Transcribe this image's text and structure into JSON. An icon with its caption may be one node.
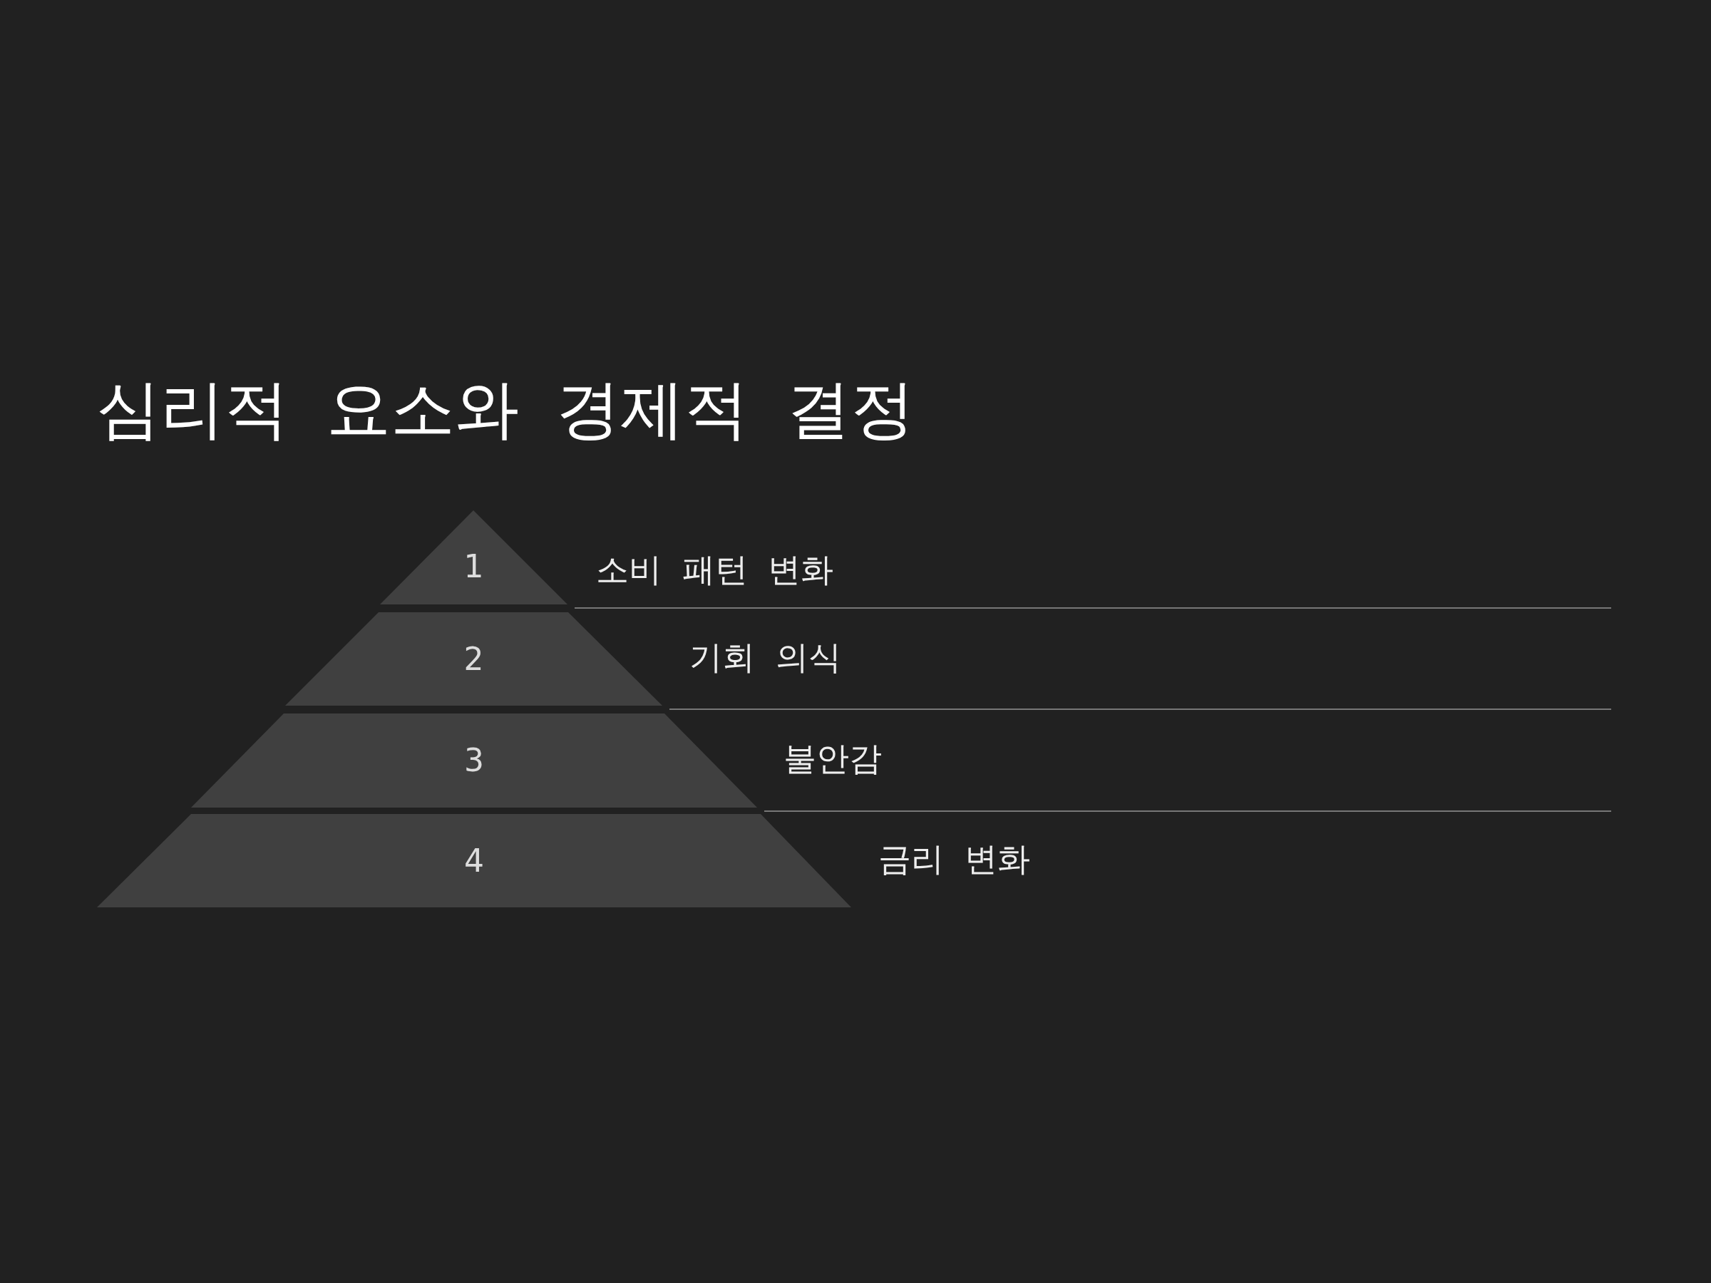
{
  "diagram": {
    "title": "심리적 요소와 경제적 결정",
    "nodes": [
      {
        "text": [
          "1"
        ],
        "beside": [
          "소비 패턴 변화"
        ]
      },
      {
        "text": [
          "2"
        ],
        "beside": [
          "기회 의식"
        ]
      },
      {
        "text": [
          "3"
        ],
        "beside": [
          "불안감"
        ]
      },
      {
        "text": [
          "4"
        ],
        "beside": [
          "금리 변화"
        ]
      }
    ],
    "edges": []
  }
}
